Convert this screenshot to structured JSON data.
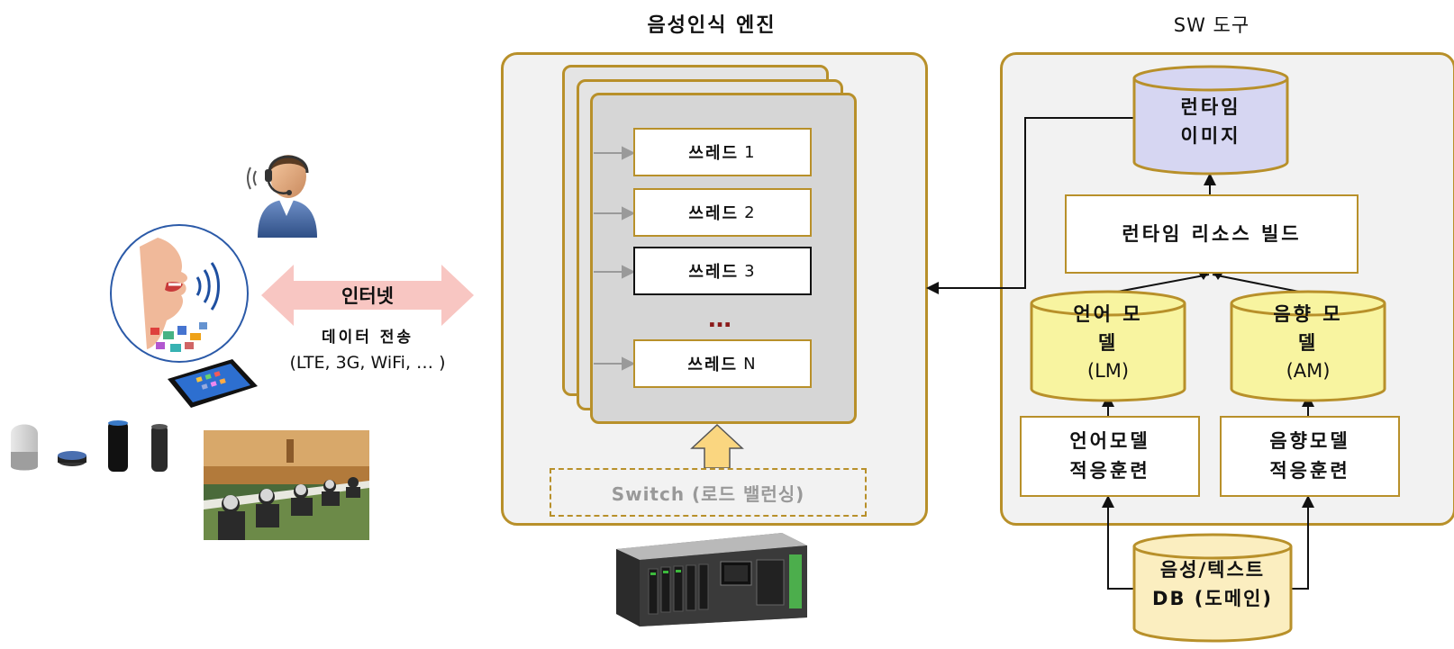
{
  "titles": {
    "engine": "음성인식 엔진",
    "sw_tools": "SW 도구"
  },
  "network": {
    "label": "인터넷",
    "transfer": "데이터 전송",
    "protocols": "(LTE, 3G, WiFi, … )"
  },
  "engine": {
    "threads": [
      {
        "label": "쓰레드",
        "num": "1"
      },
      {
        "label": "쓰레드",
        "num": "2"
      },
      {
        "label": "쓰레드",
        "num": "3"
      },
      {
        "label": "쓰레드",
        "num": "N"
      }
    ],
    "ellipsis": "…",
    "switch_label": "Switch (로드 밸런싱)"
  },
  "sw": {
    "runtime_image": {
      "line1": "런타임",
      "line2": "이미지"
    },
    "runtime_build": "런타임 리소스 빌드",
    "lm": {
      "line1": "언어 모",
      "line2": "델",
      "abbr": "(LM)"
    },
    "am": {
      "line1": "음향 모",
      "line2": "델",
      "abbr": "(AM)"
    },
    "lm_train": {
      "line1": "언어모델",
      "line2": "적응훈련"
    },
    "am_train": {
      "line1": "음향모델",
      "line2": "적응훈련"
    },
    "db": {
      "line1": "음성/텍스트",
      "line2": "DB (도메인)"
    }
  },
  "colors": {
    "accent": "#b8902a",
    "runtime_image_fill": "#d6d6f2",
    "model_fill": "#f8f4a0",
    "db_fill": "#fbeec0",
    "network_arrow": "#f8c6c2",
    "switch_arrow": "#fad680"
  },
  "icons": [
    "operator-headset-icon",
    "speaking-mouth-icon",
    "smartphone-icon",
    "smart-speakers-icon",
    "meeting-photo",
    "rack-server-icon"
  ]
}
